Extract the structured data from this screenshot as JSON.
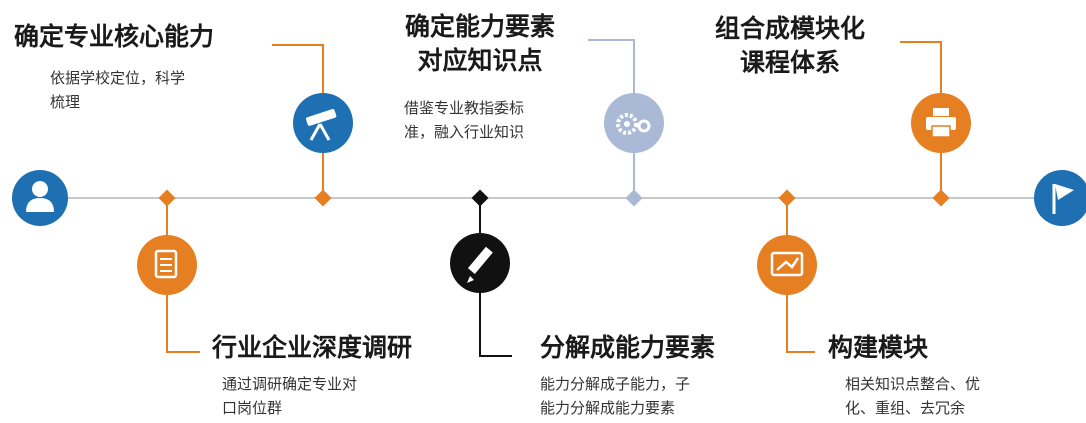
{
  "colors": {
    "blue": "#1f6fb3",
    "orange": "#e67e22",
    "light_blue": "#a9b9d6",
    "black": "#111111",
    "line": "#c8c8c8"
  },
  "timeline": {
    "start_icon": "user-icon",
    "end_icon": "flag-icon"
  },
  "steps": [
    {
      "title": "确定专业核心能力",
      "desc_lines": [
        "依据学校定位，科学",
        "梳理"
      ],
      "icon": "telescope-icon",
      "color": "blue"
    },
    {
      "title": "行业企业深度调研",
      "desc_lines": [
        "通过调研确定专业对",
        "口岗位群"
      ],
      "icon": "document-icon",
      "color": "orange"
    },
    {
      "title_lines": [
        "确定能力要素",
        "对应知识点"
      ],
      "desc_lines": [
        "借鉴专业教指委标",
        "准，融入行业知识"
      ],
      "icon": "gears-icon",
      "color": "light_blue"
    },
    {
      "title": "分解成能力要素",
      "desc_lines": [
        "能力分解成子能力，子",
        "能力分解成能力要素"
      ],
      "icon": "pencil-icon",
      "color": "black"
    },
    {
      "title_lines": [
        "组合成模块化",
        "课程体系"
      ],
      "icon": "printer-icon",
      "color": "orange"
    },
    {
      "title": "构建模块",
      "desc_lines": [
        "相关知识点整合、优",
        "化、重组、去冗余"
      ],
      "icon": "chart-icon",
      "color": "orange"
    }
  ]
}
